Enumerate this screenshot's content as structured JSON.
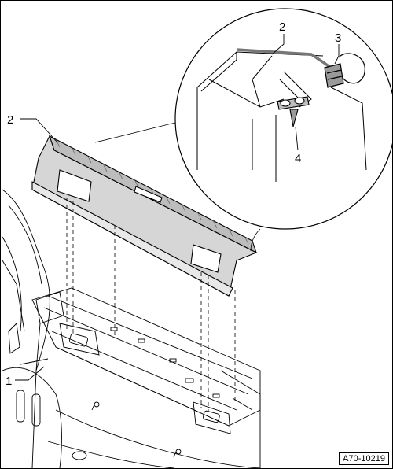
{
  "diagram": {
    "callouts": {
      "part_2_main": "2",
      "part_2_detail": "2",
      "part_3_detail": "3",
      "part_4_detail": "4",
      "part_1": "1"
    },
    "figure_id": "A70-10219"
  }
}
